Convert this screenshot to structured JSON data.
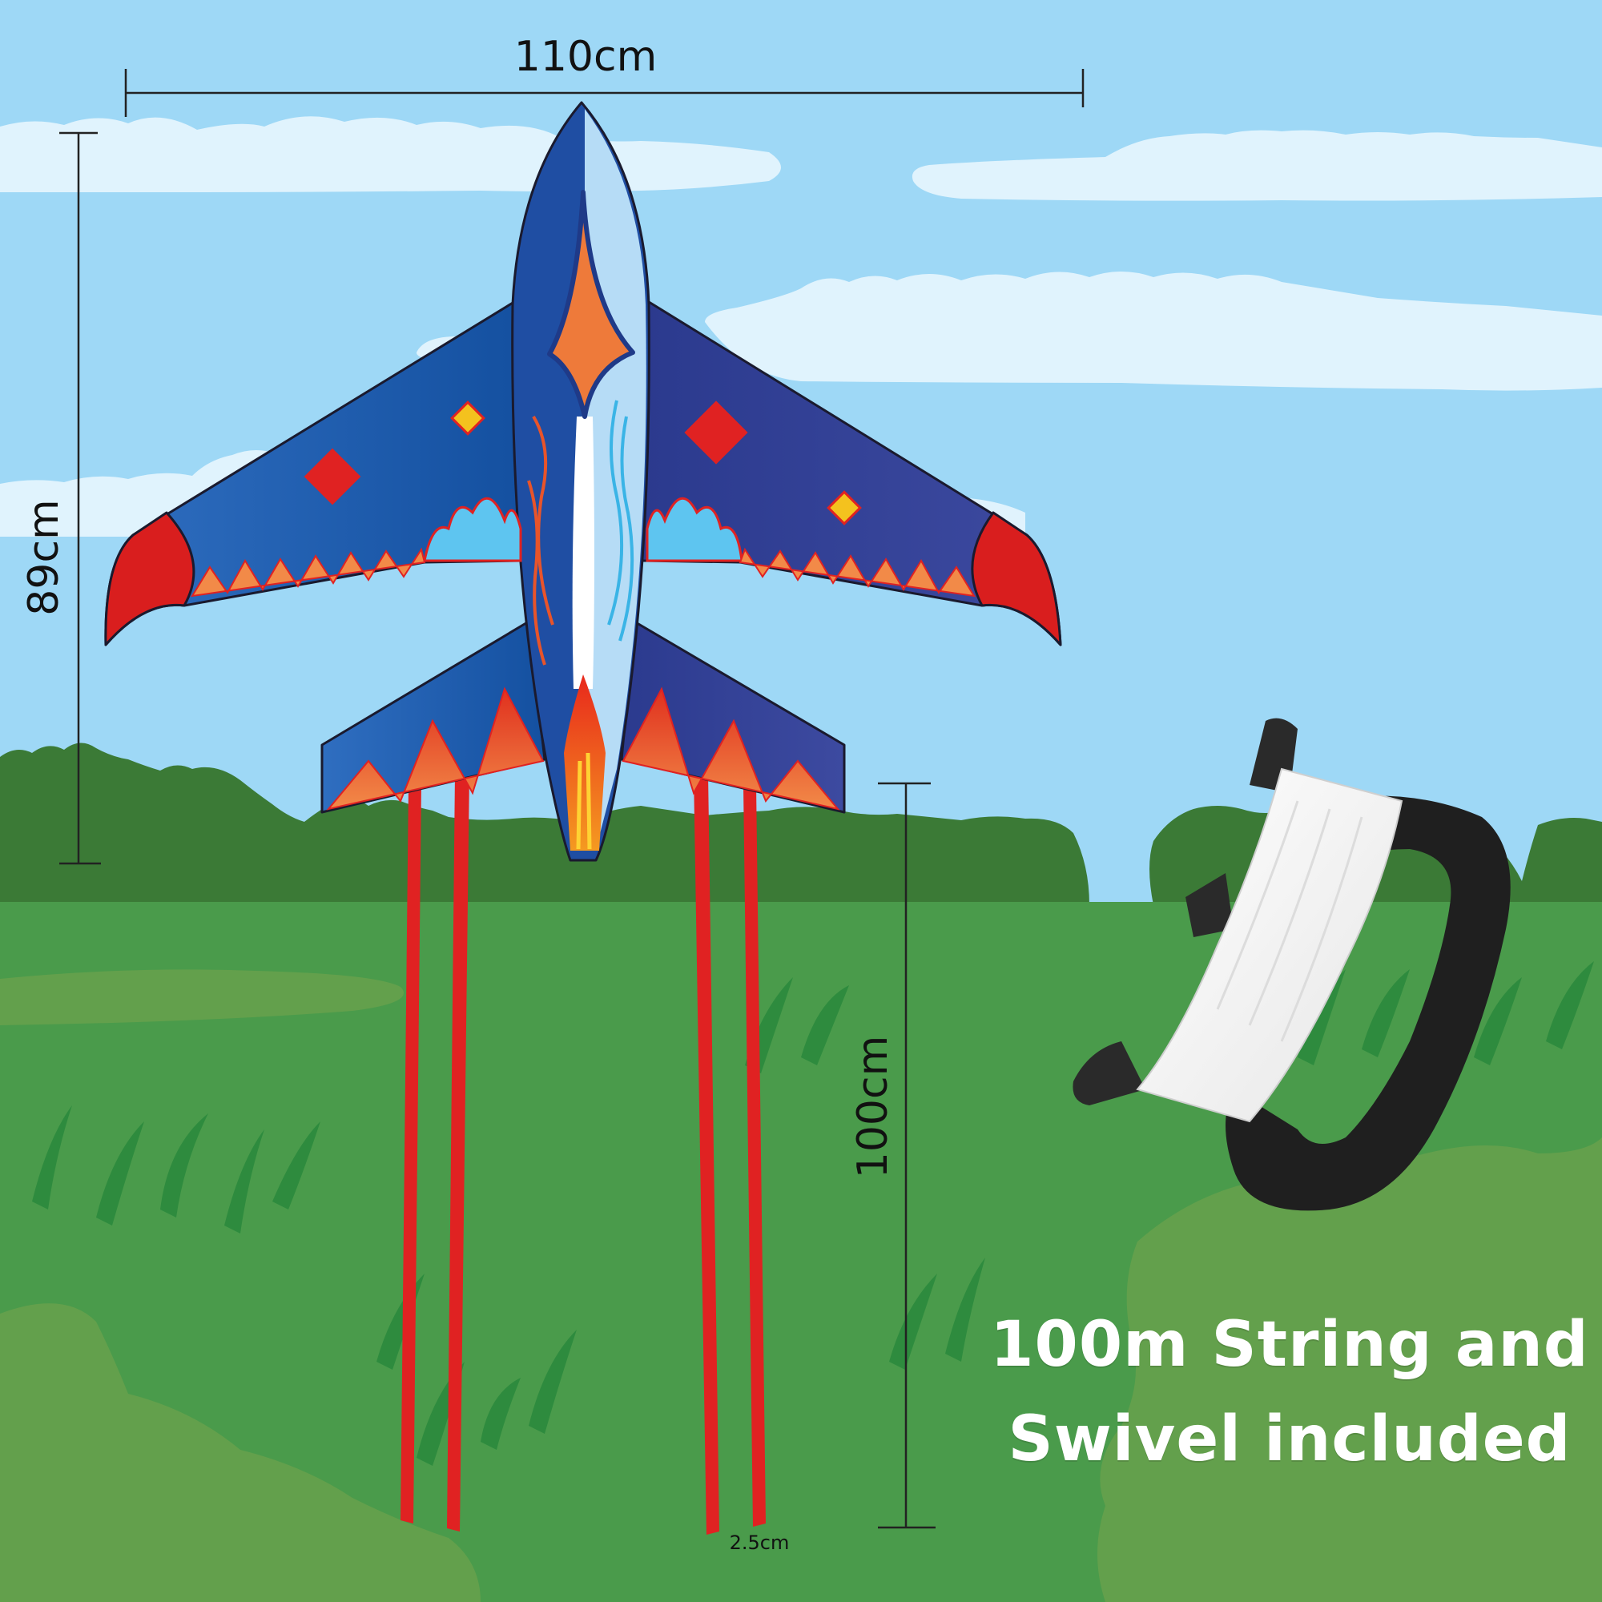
{
  "dimensions": {
    "wingspan": "110cm",
    "height": "89cm",
    "tail_length": "100cm",
    "tail_width": "2.5cm"
  },
  "caption": {
    "line1": "100m String and",
    "line2": "Swivel included"
  },
  "colors": {
    "sky": "#9ed8f6",
    "cloud": "#e0f3fd",
    "trees": "#3b7a36",
    "grass": "#4a9b4b",
    "grass_light": "#63a04c",
    "kite_blue": "#1c55a8",
    "kite_navy": "#35408f",
    "kite_red": "#d91e1e",
    "kite_orange": "#ee7a3a",
    "tail_red": "#e02222",
    "reel_black": "#1f1f1f",
    "string_white": "#ffffff"
  }
}
